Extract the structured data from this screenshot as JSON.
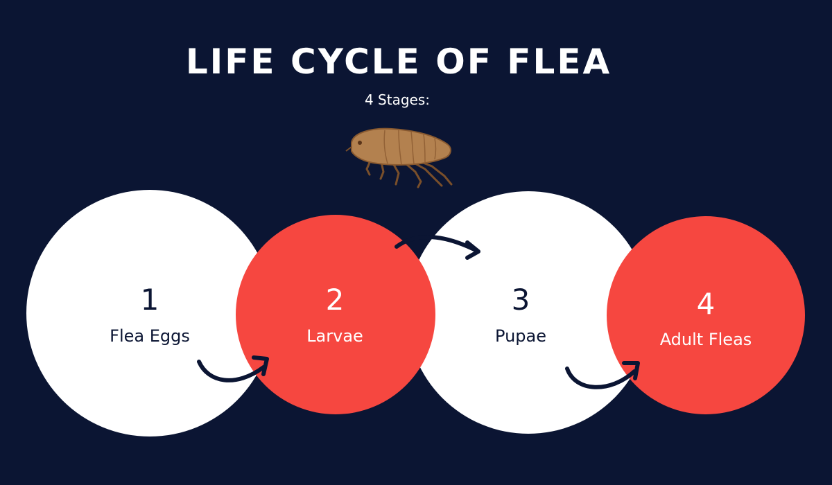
{
  "title": "LIFE CYCLE OF FLEA",
  "subtitle": "4 Stages:",
  "colors": {
    "background": "#0b1533",
    "white_circle": "#ffffff",
    "red_circle": "#f64740",
    "arrow": "#0b1533"
  },
  "illustration": {
    "name": "flea-image",
    "description_icon": "flea-icon"
  },
  "stages": [
    {
      "number": "1",
      "label": "Flea Eggs"
    },
    {
      "number": "2",
      "label": "Larvae"
    },
    {
      "number": "3",
      "label": "Pupae"
    },
    {
      "number": "4",
      "label": "Adult Fleas"
    }
  ]
}
